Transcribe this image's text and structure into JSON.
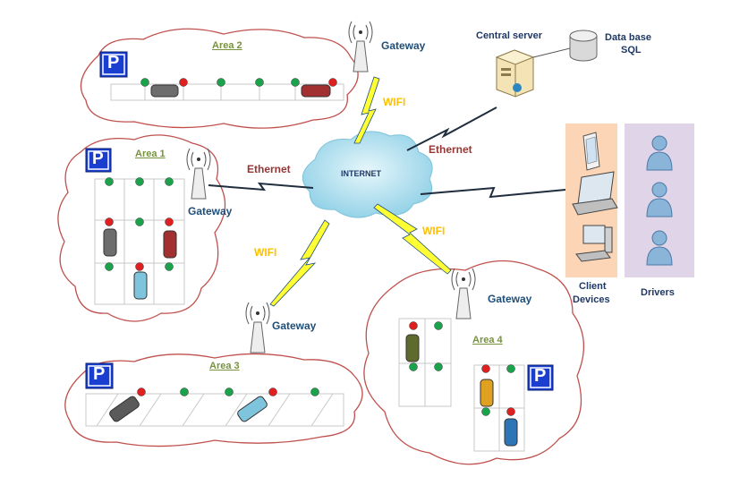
{
  "server": {
    "label": "Central server"
  },
  "database": {
    "line1": "Data base",
    "line2": "SQL"
  },
  "internet": {
    "label": "INTERNET"
  },
  "links": {
    "wifi": "WIFI",
    "ethernet": "Ethernet"
  },
  "gateway": {
    "label": "Gateway"
  },
  "areas": {
    "a1": "Area 1",
    "a2": "Area 2",
    "a3": "Area 3",
    "a4": "Area 4"
  },
  "parking_sign": "P",
  "client_devices": {
    "line1": "Client",
    "line2": "Devices"
  },
  "drivers": {
    "label": "Drivers"
  },
  "colors": {
    "cloud_outline": "#c0504d",
    "wifi": "#ffc000",
    "ethernet": "#953735",
    "occupied": "#e02020",
    "free": "#1aa34a",
    "sign": "#1a3fd0",
    "client_bg": "#fbd5b5",
    "drivers_bg": "#e0d4e8"
  }
}
